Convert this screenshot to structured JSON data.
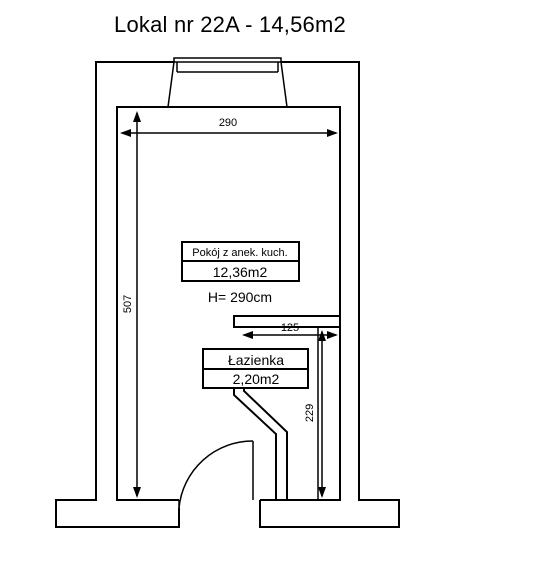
{
  "title": "Lokal nr 22A - 14,56m2",
  "room": {
    "name": "Pokój z anek. kuch.",
    "area": "12,36m2",
    "height": "H= 290cm"
  },
  "bathroom": {
    "name": "Łazienka",
    "area": "2,20m2"
  },
  "dimensions": {
    "width_top": "290",
    "height_left": "507",
    "bathroom_width": "125",
    "bathroom_height": "229"
  },
  "colors": {
    "line": "#000000",
    "background": "#ffffff"
  }
}
